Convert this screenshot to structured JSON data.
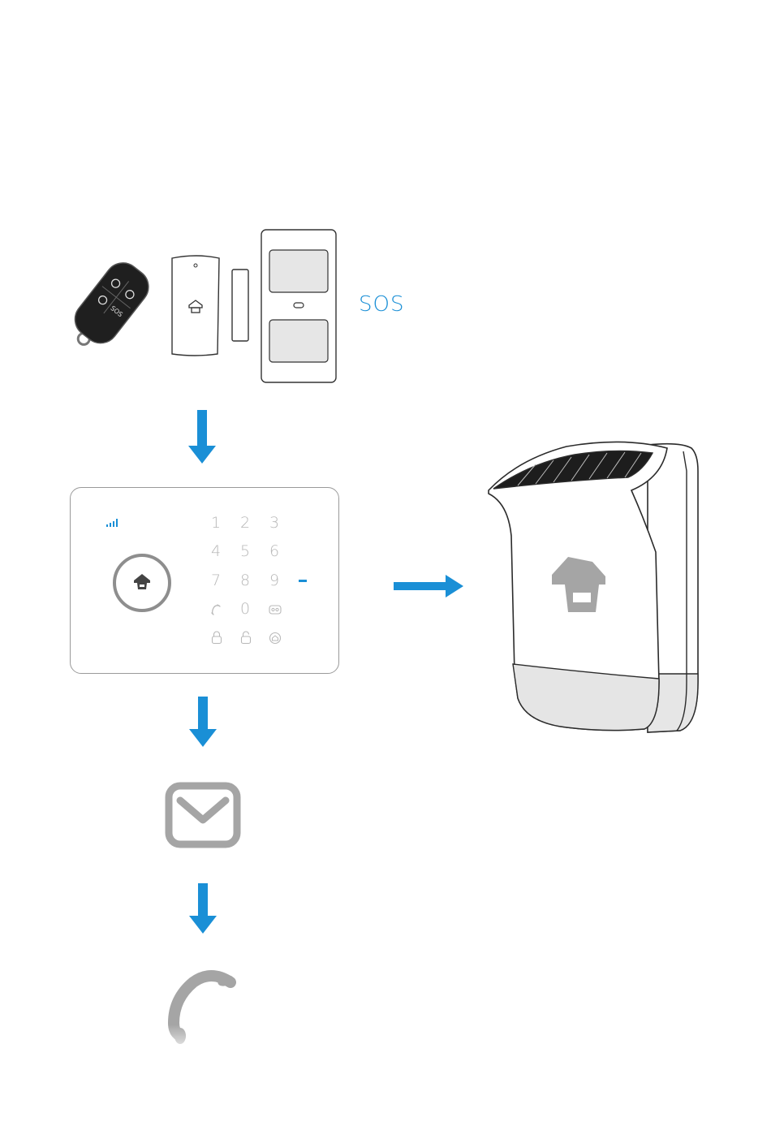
{
  "sensors": {
    "sos_label": "SOS"
  },
  "control_panel": {
    "keypad": {
      "row1": [
        "1",
        "2",
        "3"
      ],
      "row2": [
        "4",
        "5",
        "6"
      ],
      "row3": [
        "7",
        "8",
        "9"
      ],
      "row4_mid": "0"
    }
  },
  "remote": {
    "sos_button_label": "SOS"
  },
  "colors": {
    "accent_blue": "#1a8fd6",
    "icon_gray": "#a5a5a5",
    "outline": "#2b2b2b"
  }
}
